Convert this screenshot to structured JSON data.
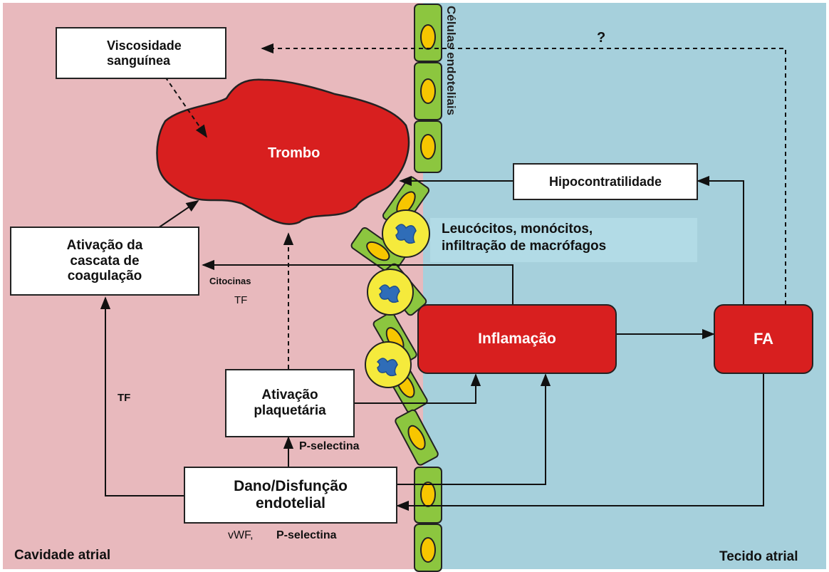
{
  "regions": {
    "left": "Cavidade atrial",
    "right": "Tecido atrial"
  },
  "endothelial_label": "Células endoteliais",
  "nodes": {
    "viscosidade": "Viscosidade sanguínea",
    "trombo": "Trombo",
    "hipocontratilidade": "Hipocontratilidade",
    "leucocitos_line1": "Leucócitos, monócitos,",
    "leucocitos_line2": "infiltração de macrófagos",
    "ativacao_cascata": "Ativação da cascata de coagulação",
    "inflamacao": "Inflamação",
    "fa": "FA",
    "ativacao_plaquetaria": "Ativação plaquetária",
    "dano": "Dano/Disfunção endotelial"
  },
  "edge_labels": {
    "question": "?",
    "citocinas": "Citocinas",
    "tf_cytokines": "TF",
    "tf_left": "TF",
    "p_selectina_mid": "P-selectina",
    "vwf": "vWF,",
    "p_selectina_bottom": "P-selectina"
  },
  "colors": {
    "cavity_bg": "#e8b9bd",
    "tissue_bg": "#a6d0dc",
    "node_red": "#d81f1f",
    "cell_green": "#8cc63f",
    "nucleus_yellow": "#f7c600",
    "leukocyte_yellow": "#f5ea3c",
    "leukocyte_nucleus": "#2f6db8",
    "up_arrow_blue": "#3f7fc4"
  }
}
